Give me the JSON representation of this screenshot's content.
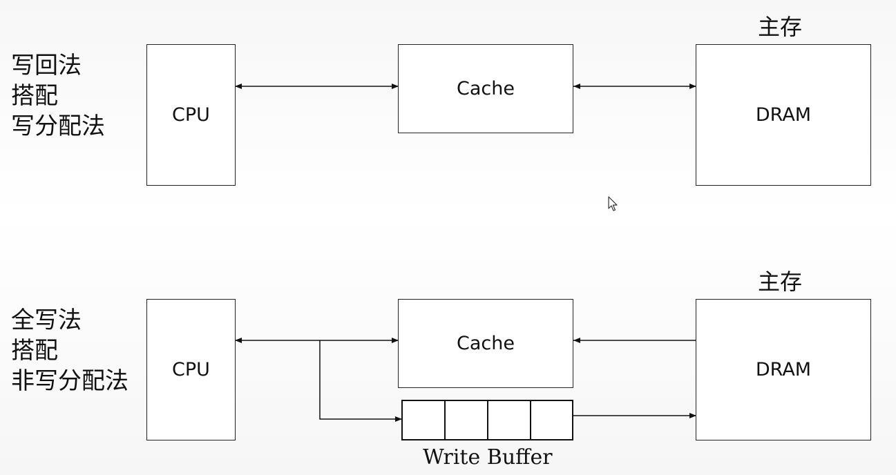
{
  "top_section": {
    "method_lines": [
      "写回法",
      "搭配",
      "写分配法"
    ],
    "memory_title": "主存",
    "cpu_label": "CPU",
    "cache_label": "Cache",
    "dram_label": "DRAM"
  },
  "bottom_section": {
    "method_lines": [
      "全写法",
      "搭配",
      "非写分配法"
    ],
    "memory_title": "主存",
    "cpu_label": "CPU",
    "cache_label": "Cache",
    "dram_label": "DRAM",
    "write_buffer_label": "Write Buffer",
    "write_buffer_cells": 4
  },
  "icons": {
    "cursor": "mouse-pointer-icon"
  }
}
